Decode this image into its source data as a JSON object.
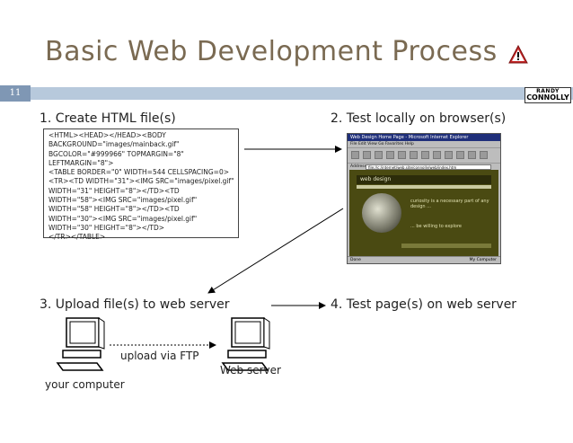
{
  "slide": {
    "title": "Basic Web Development Process",
    "number": "11",
    "logo": {
      "line1": "RANDY",
      "line2": "CONNOLLY"
    }
  },
  "icons": {
    "warning": "warning-triangle-icon",
    "computer": "desktop-computer-icon"
  },
  "colors": {
    "title": "#7a6a52",
    "bar": "#b7c9dc",
    "number_box": "#7f97b4"
  },
  "steps": {
    "s1": "1. Create HTML file(s)",
    "s2": "2. Test locally on browser(s)",
    "s3": "3. Upload file(s) to web server",
    "s4": "4. Test page(s) on web server"
  },
  "code_lines": [
    "<HTML><HEAD></HEAD><BODY",
    "BACKGROUND=\"images/mainback.gif\"",
    "BGCOLOR=\"#999966\" TOPMARGIN=\"8\"",
    "LEFTMARGIN=\"8\">",
    "<TABLE BORDER=\"0\" WIDTH=544 CELLSPACING=0>",
    "<TR><TD WIDTH=\"31\"><IMG SRC=\"images/pixel.gif\"",
    "WIDTH=\"31\" HEIGHT=\"8\"></TD><TD",
    "WIDTH=\"58\"><IMG SRC=\"images/pixel.gif\"",
    "WIDTH=\"58\" HEIGHT=\"8\"></TD><TD",
    "WIDTH=\"30\"><IMG SRC=\"images/pixel.gif\"",
    "WIDTH=\"30\" HEIGHT=\"8\"></TD>",
    "</TR></TABLE>"
  ],
  "browser": {
    "title_bar": "Web Design Home Page - Microsoft Internet Explorer",
    "menu": "File  Edit  View  Go  Favorites  Help",
    "address_label": "Address",
    "address": "file://c:/internet/web.site/connolly/web/index.htm",
    "logo_text": "web design",
    "text1": "curiosity is a necessary part of any design ...",
    "text2": "... be willing to explore",
    "status_left": "Done",
    "status_right": "My Computer"
  },
  "labels": {
    "upload": "upload via FTP",
    "web_server": "Web server",
    "your_computer": "your computer"
  }
}
